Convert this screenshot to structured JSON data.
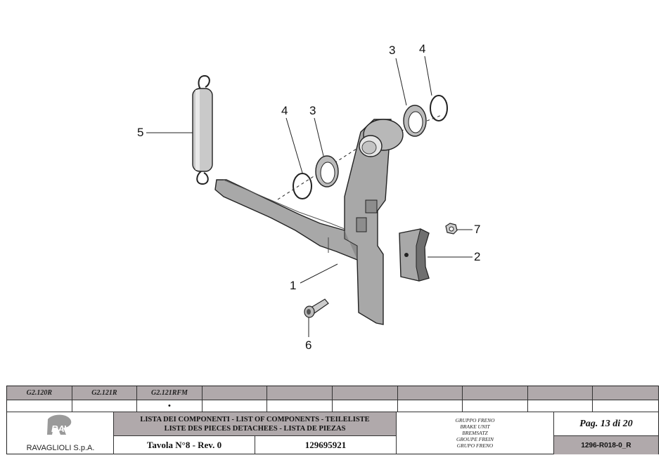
{
  "callouts": {
    "c1": "1",
    "c2": "2",
    "c3a": "3",
    "c3b": "3",
    "c4a": "4",
    "c4b": "4",
    "c5": "5",
    "c6": "6",
    "c7": "7"
  },
  "title_block": {
    "models": [
      "G2.120R",
      "G2.121R",
      "G2.121RFM",
      "",
      "",
      "",
      "",
      "",
      "",
      ""
    ],
    "marks": [
      "",
      "",
      "•",
      "",
      "",
      "",
      "",
      "",
      "",
      ""
    ],
    "company": "RAVAGLIOLI S.p.A.",
    "logo_letters": "RAV",
    "list_title_line1": "LISTA DEI COMPONENTI - LIST OF COMPONENTS - TEILELISTE",
    "list_title_line2": "LISTE DES PIECES DETACHEES - LISTA DE PIEZAS",
    "tavola": "Tavola N°8 - Rev. 0",
    "code": "129695921",
    "group_names": [
      "GRUPPO FRENO",
      "BRAKE UNIT",
      "BREMSATZ",
      "GROUPE FREIN",
      "GRUPO FRENO"
    ],
    "page": "Pag. 13 di 20",
    "doc_code": "1296-R018-0_R"
  }
}
